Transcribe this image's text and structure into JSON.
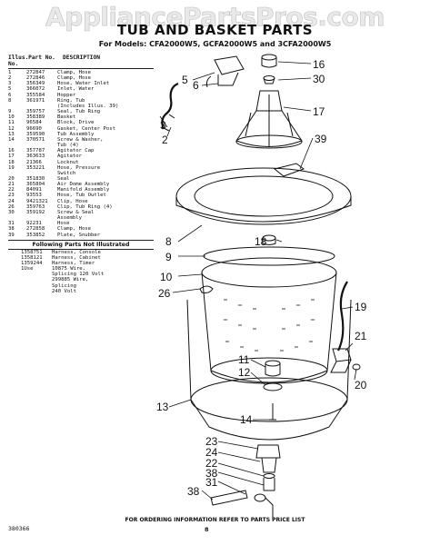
{
  "watermark": "AppliancePartsPros.com",
  "title": "TUB AND BASKET PARTS",
  "models": "For Models: CFA2000W5, GCFA2000W5 and 3CFA2000W5",
  "table_header": {
    "illus_no": "Illus. No.",
    "part_no": "Part No.",
    "description": "DESCRIPTION"
  },
  "parts": [
    {
      "illus": "1",
      "part": "272847",
      "desc": "Clamp, Hose"
    },
    {
      "illus": "2",
      "part": "272846",
      "desc": "Clamp, Hose"
    },
    {
      "illus": "3",
      "part": "356349",
      "desc": "Hose, Water Inlet"
    },
    {
      "illus": "5",
      "part": "366072",
      "desc": "Inlet, Water"
    },
    {
      "illus": "6",
      "part": "355584",
      "desc": "Hopper"
    },
    {
      "illus": "8",
      "part": "361971",
      "desc": "Ring, Tub"
    },
    {
      "illus": "",
      "part": "",
      "desc": "(Includes Illus. 39)"
    },
    {
      "illus": "9",
      "part": "359757",
      "desc": "Seal, Tub Ring"
    },
    {
      "illus": "10",
      "part": "358389",
      "desc": "Basket"
    },
    {
      "illus": "11",
      "part": "96584",
      "desc": "Block, Drive"
    },
    {
      "illus": "12",
      "part": "96690",
      "desc": "Gasket, Center Post"
    },
    {
      "illus": "13",
      "part": "359590",
      "desc": "Tub Assembly"
    },
    {
      "illus": "14",
      "part": "370571",
      "desc": "Screw & Washer,"
    },
    {
      "illus": "",
      "part": "",
      "desc": "Tub (4)"
    },
    {
      "illus": "16",
      "part": "357787",
      "desc": "Agitator Cap"
    },
    {
      "illus": "17",
      "part": "363633",
      "desc": "Agitator"
    },
    {
      "illus": "18",
      "part": "21366",
      "desc": "Locknut"
    },
    {
      "illus": "19",
      "part": "353221",
      "desc": "Hose, Pressure"
    },
    {
      "illus": "",
      "part": "",
      "desc": "Switch"
    },
    {
      "illus": "20",
      "part": "351830",
      "desc": "Seal"
    },
    {
      "illus": "21",
      "part": "365804",
      "desc": "Air Dome Assembly"
    },
    {
      "illus": "22",
      "part": "84091",
      "desc": "Manifold Assembly"
    },
    {
      "illus": "23",
      "part": "93553",
      "desc": "Hose, Tub Outlet"
    },
    {
      "illus": "24",
      "part": "9421321",
      "desc": "Clip, Hose"
    },
    {
      "illus": "26",
      "part": "359763",
      "desc": "Clip, Tub Ring (4)"
    },
    {
      "illus": "30",
      "part": "359192",
      "desc": "Screw & Seal"
    },
    {
      "illus": "",
      "part": "",
      "desc": "Assembly"
    },
    {
      "illus": "31",
      "part": "92231",
      "desc": "Hose"
    },
    {
      "illus": "38",
      "part": "272858",
      "desc": "Clamp, Hose"
    },
    {
      "illus": "39",
      "part": "353852",
      "desc": "Plate, Snubber"
    }
  ],
  "not_illustrated_header": "Following Parts Not Illustrated",
  "not_illustrated": [
    {
      "part": "1358751",
      "desc": "Harness, Console"
    },
    {
      "part": "1358121",
      "desc": "Harness, Cabinet"
    },
    {
      "part": "1359244",
      "desc": "Harness, Timer"
    },
    {
      "part": "1Use",
      "desc": "10875 Wire,"
    },
    {
      "part": "",
      "desc": "Splicing 120 Volt"
    },
    {
      "part": "",
      "desc": "299885 Wire,"
    },
    {
      "part": "",
      "desc": "Splicing"
    },
    {
      "part": "",
      "desc": "240 Volt"
    }
  ],
  "callouts": {
    "c16": "16",
    "c30": "30",
    "c17": "17",
    "c39": "39",
    "c5": "5",
    "c6": "6",
    "c3": "3",
    "c2": "2",
    "c8": "8",
    "c18": "18",
    "c9": "9",
    "c10": "10",
    "c26": "26",
    "c19": "19",
    "c21": "21",
    "c13": "13",
    "c11": "11",
    "c12": "12",
    "c20": "20",
    "c14": "14",
    "c23": "23",
    "c24": "24",
    "c22": "22",
    "c38a": "38",
    "c31": "31",
    "c38b": "38"
  },
  "footer": {
    "note": "FOR ORDERING INFORMATION REFER TO PARTS PRICE LIST",
    "doc_id": "380366",
    "page": "8"
  }
}
